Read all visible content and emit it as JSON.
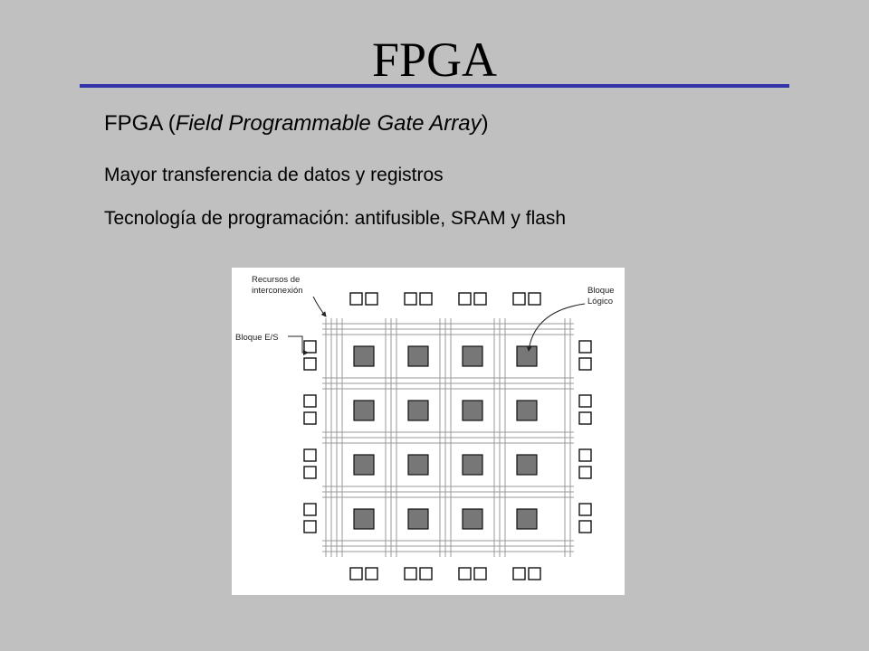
{
  "slide": {
    "title": "FPGA",
    "bullets": {
      "b1_prefix": "FPGA (",
      "b1_italic": "Field Programmable Gate Array",
      "b1_suffix": ")",
      "b2": "Mayor transferencia de datos y registros",
      "b3": "Tecnología de programación: antifusible, SRAM y flash"
    }
  },
  "diagram": {
    "labels": {
      "interconnect_line1": "Recursos de",
      "interconnect_line2": "interconexión",
      "logic_block_line1": "Bloque",
      "logic_block_line2": "Lógico",
      "io_block": "Bloque E/S"
    },
    "logic_block_rows": 4,
    "logic_block_cols": 4,
    "io_pairs_per_side": 4,
    "colors": {
      "logic_block_fill": "#777777",
      "block_stroke": "#111111",
      "grid_line": "#9a9a9a",
      "title_rule": "#3333aa",
      "background": "#c0c0c0"
    }
  }
}
